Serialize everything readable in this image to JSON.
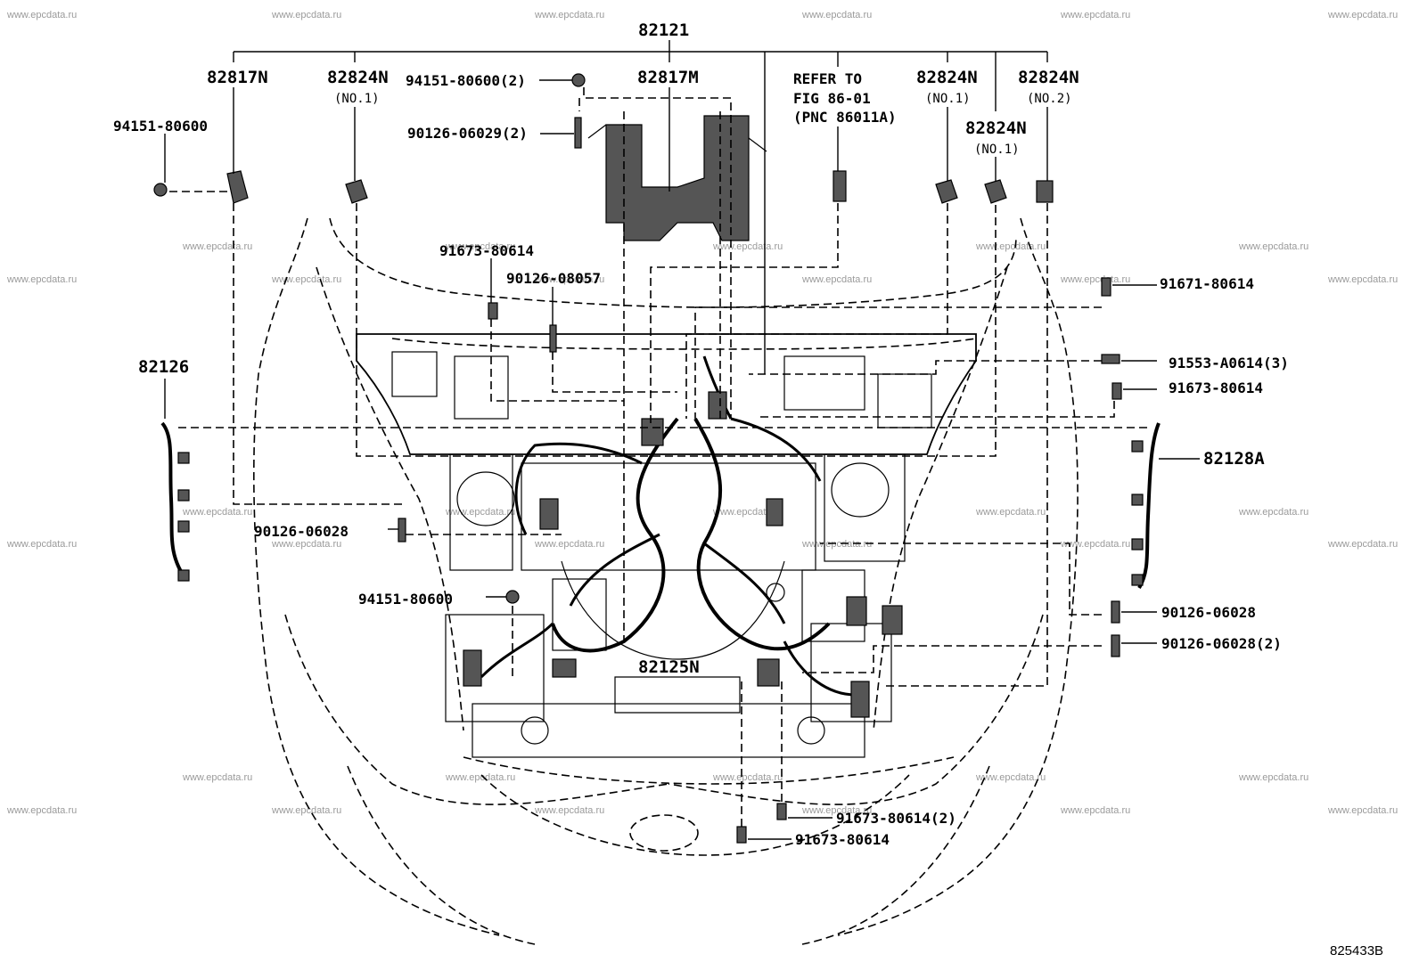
{
  "watermark": "www.epcdata.ru",
  "drawing_code": "825433B",
  "main_assembly": "82121",
  "parts": {
    "p82817N": "82817N",
    "p82824N_left": "82824N",
    "p82824N_left_sub": "(NO.1)",
    "p94151_80600_2": "94151-80600(2)",
    "p82817M": "82817M",
    "refer_line1": "REFER TO",
    "refer_line2": "FIG 86-01",
    "refer_line3": "(PNC 86011A)",
    "p82824N_r1": "82824N",
    "p82824N_r1_sub": "(NO.1)",
    "p82824N_r2": "82824N",
    "p82824N_r2_sub": "(NO.2)",
    "p82824N_r3": "82824N",
    "p82824N_r3_sub": "(NO.1)",
    "p94151_80600": "94151-80600",
    "p90126_06029_2": "90126-06029(2)",
    "p91673_80614_top": "91673-80614",
    "p90126_08057": "90126-08057",
    "p91671_80614": "91671-80614",
    "p82126": "82126",
    "p91553_A0614_3": "91553-A0614(3)",
    "p91673_80614_r": "91673-80614",
    "p82128A": "82128A",
    "p90126_06028_l": "90126-06028",
    "p94151_80600_mid": "94151-80600",
    "p90126_06028_r": "90126-06028",
    "p90126_06028_2": "90126-06028(2)",
    "p82125N": "82125N",
    "p91673_80614_2": "91673-80614(2)",
    "p91673_80614_bot": "91673-80614"
  }
}
